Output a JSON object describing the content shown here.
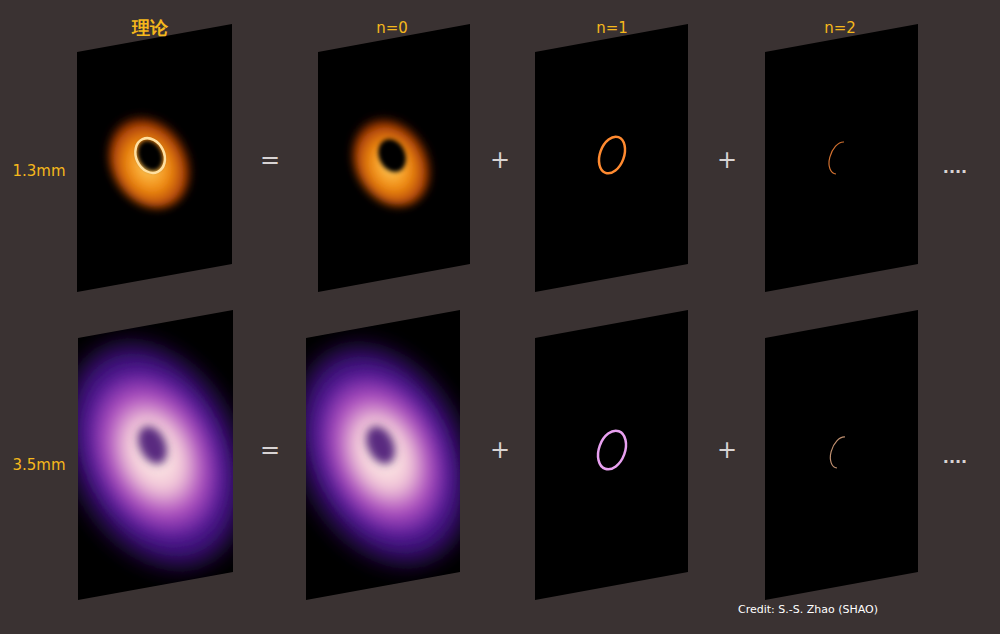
{
  "diagram": {
    "labels": [
      "理论",
      "n=0",
      "n=1",
      "n=2",
      "1.3mm",
      "=",
      "+",
      "+",
      "....",
      "3.5mm",
      "=",
      "+",
      "+",
      "....",
      "Credit: S.-S. Zhao (SHAO)"
    ]
  }
}
